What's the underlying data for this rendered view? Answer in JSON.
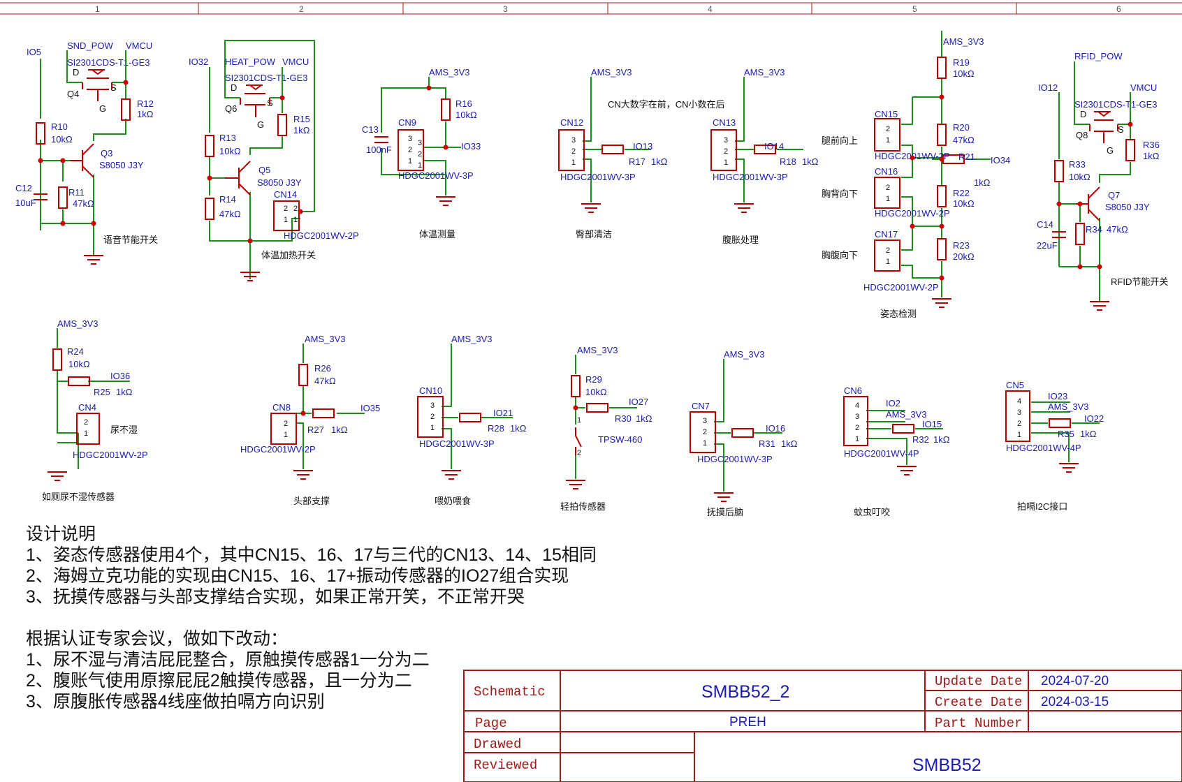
{
  "ruler": [
    "1",
    "2",
    "3",
    "4",
    "5",
    "6"
  ],
  "circuits": {
    "voice": {
      "title": "语音节能开关",
      "nets": {
        "io": "IO5",
        "pow": "SND_POW",
        "vmcu": "VMCU"
      },
      "mosfet": {
        "ref": "Q4",
        "part": "SI2301CDS-T1-GE3",
        "d": "D",
        "s": "S",
        "g": "G"
      },
      "r10": {
        "ref": "R10",
        "val": "10kΩ"
      },
      "r12": {
        "ref": "R12",
        "val": "1kΩ"
      },
      "r11": {
        "ref": "R11",
        "val": "47kΩ"
      },
      "c12": {
        "ref": "C12",
        "val": "10uF"
      },
      "q3": {
        "ref": "Q3",
        "part": "S8050 J3Y"
      }
    },
    "heat": {
      "title": "体温加热开关",
      "nets": {
        "io": "IO32",
        "pow": "HEAT_POW",
        "vmcu": "VMCU"
      },
      "mosfet": {
        "ref": "Q6",
        "part": "SI2301CDS-T1-GE3",
        "d": "D",
        "s": "S",
        "g": "G"
      },
      "r13": {
        "ref": "R13",
        "val": "10kΩ"
      },
      "r15": {
        "ref": "R15",
        "val": "1kΩ"
      },
      "r14": {
        "ref": "R14",
        "val": "47kΩ"
      },
      "q5": {
        "ref": "Q5",
        "part": "S8050 J3Y"
      },
      "cn14": {
        "ref": "CN14",
        "part": "HDGC2001WV-2P"
      }
    },
    "temp": {
      "title": "体温测量",
      "nets": {
        "ams": "AMS_3V3",
        "io": "IO33"
      },
      "r16": {
        "ref": "R16",
        "val": "10kΩ"
      },
      "c13": {
        "ref": "C13",
        "val": "100nF"
      },
      "cn9": {
        "ref": "CN9",
        "part": "HDGC2001WV-3P"
      }
    },
    "butt": {
      "title": "臀部清洁",
      "nets": {
        "ams": "AMS_3V3",
        "io": "IO13"
      },
      "note": "CN大数字在前，CN小数在后",
      "r17": {
        "ref": "R17",
        "val": "1kΩ"
      },
      "cn12": {
        "ref": "CN12",
        "part": "HDGC2001WV-3P"
      }
    },
    "belly": {
      "title": "腹胀处理",
      "nets": {
        "ams": "AMS_3V3",
        "io": "IO14"
      },
      "r18": {
        "ref": "R18",
        "val": "1kΩ"
      },
      "cn13": {
        "ref": "CN13",
        "part": "HDGC2001WV-3P"
      }
    },
    "posture": {
      "title": "姿态检测",
      "nets": {
        "ams": "AMS_3V3",
        "io": "IO34"
      },
      "labels": [
        "腿前向上",
        "胸背向下",
        "胸腹向下"
      ],
      "r19": {
        "ref": "R19",
        "val": "10kΩ"
      },
      "r20": {
        "ref": "R20",
        "val": "47kΩ"
      },
      "r21": {
        "ref": "R21",
        "val": "1kΩ"
      },
      "r22": {
        "ref": "R22",
        "val": "10kΩ"
      },
      "r23": {
        "ref": "R23",
        "val": "20kΩ"
      },
      "cn15": {
        "ref": "CN15",
        "part": "HDGC2001WV-2P"
      },
      "cn16": {
        "ref": "CN16",
        "part": "HDGC2001WV-2P"
      },
      "cn17": {
        "ref": "CN17",
        "part": "HDGC2001WV-2P"
      }
    },
    "rfid": {
      "title": "RFID节能开关",
      "nets": {
        "io": "IO12",
        "pow": "RFID_POW",
        "vmcu": "VMCU"
      },
      "mosfet": {
        "ref": "Q8",
        "part": "SI2301CDS-T1-GE3",
        "d": "D",
        "s": "S",
        "g": "G"
      },
      "r33": {
        "ref": "R33",
        "val": "10kΩ"
      },
      "r36": {
        "ref": "R36",
        "val": "1kΩ"
      },
      "r34": {
        "ref": "R34",
        "val": "47kΩ"
      },
      "c14": {
        "ref": "C14",
        "val": "22uF"
      },
      "q7": {
        "ref": "Q7",
        "part": "S8050 J3Y"
      }
    },
    "wet": {
      "title": "如厕尿不湿传感器",
      "label": "尿不湿",
      "nets": {
        "ams": "AMS_3V3",
        "io": "IO36"
      },
      "r24": {
        "ref": "R24",
        "val": "10kΩ"
      },
      "r25": {
        "ref": "R25",
        "val": "1kΩ"
      },
      "cn4": {
        "ref": "CN4",
        "part": "HDGC2001WV-2P"
      }
    },
    "head": {
      "title": "头部支撑",
      "nets": {
        "ams": "AMS_3V3",
        "io": "IO35"
      },
      "r26": {
        "ref": "R26",
        "val": "47kΩ"
      },
      "r27": {
        "ref": "R27",
        "val": "1kΩ"
      },
      "cn8": {
        "ref": "CN8",
        "part": "HDGC2001WV-2P"
      }
    },
    "feed": {
      "title": "喂奶喂食",
      "nets": {
        "ams": "AMS_3V3",
        "io": "IO21"
      },
      "r28": {
        "ref": "R28",
        "val": "1kΩ"
      },
      "cn10": {
        "ref": "CN10",
        "part": "HDGC2001WV-3P"
      }
    },
    "tap": {
      "title": "轻拍传感器",
      "nets": {
        "ams": "AMS_3V3",
        "io": "IO27"
      },
      "r29": {
        "ref": "R29",
        "val": "10kΩ"
      },
      "r30": {
        "ref": "R30",
        "val": "1kΩ"
      },
      "sw": {
        "part": "TPSW-460",
        "p1": "1",
        "p2": "2"
      }
    },
    "stroke": {
      "title": "抚摸后脑",
      "nets": {
        "ams": "AMS_3V3",
        "io": "IO16"
      },
      "r31": {
        "ref": "R31",
        "val": "1kΩ"
      },
      "cn7": {
        "ref": "CN7",
        "part": "HDGC2001WV-3P"
      }
    },
    "bite": {
      "title": "蚊虫叮咬",
      "nets": {
        "io2": "IO2",
        "ams": "AMS_3V3",
        "io15": "IO15"
      },
      "r32": {
        "ref": "R32",
        "val": "1kΩ"
      },
      "cn6": {
        "ref": "CN6",
        "part": "HDGC2001WV-4P"
      }
    },
    "burp": {
      "title": "拍嗝I2C接口",
      "nets": {
        "io23": "IO23",
        "ams": "AMS_3V3",
        "io22": "IO22"
      },
      "r35": {
        "ref": "R35",
        "val": "1kΩ"
      },
      "cn5": {
        "ref": "CN5",
        "part": "HDGC2001WV-4P"
      }
    }
  },
  "notes": [
    "设计说明",
    "1、姿态传感器使用4个，其中CN15、16、17与三代的CN13、14、15相同",
    "2、海姆立克功能的实现由CN15、16、17+振动传感器的IO27组合实现",
    "3、抚摸传感器与头部支撑结合实现，如果正常开笑，不正常开哭",
    "",
    "根据认证专家会议，做如下改动：",
    "1、尿不湿与清洁屁屁整合，原触摸传感器1一分为二",
    "2、腹账气使用原擦屁屁2触摸传感器，且一分为二",
    "3、原腹胀传感器4线座做拍嗝方向识别"
  ],
  "title_block": {
    "schematic_label": "Schematic",
    "schematic_value": "SMBB52_2",
    "update_label": "Update Date",
    "update_value": "2024-07-20",
    "create_label": "Create Date",
    "create_value": "2024-03-15",
    "page_label": "Page",
    "page_value": "PREH",
    "part_label": "Part Number",
    "drawed_label": "Drawed",
    "reviewed_label": "Reviewed",
    "project": "SMBB52"
  }
}
